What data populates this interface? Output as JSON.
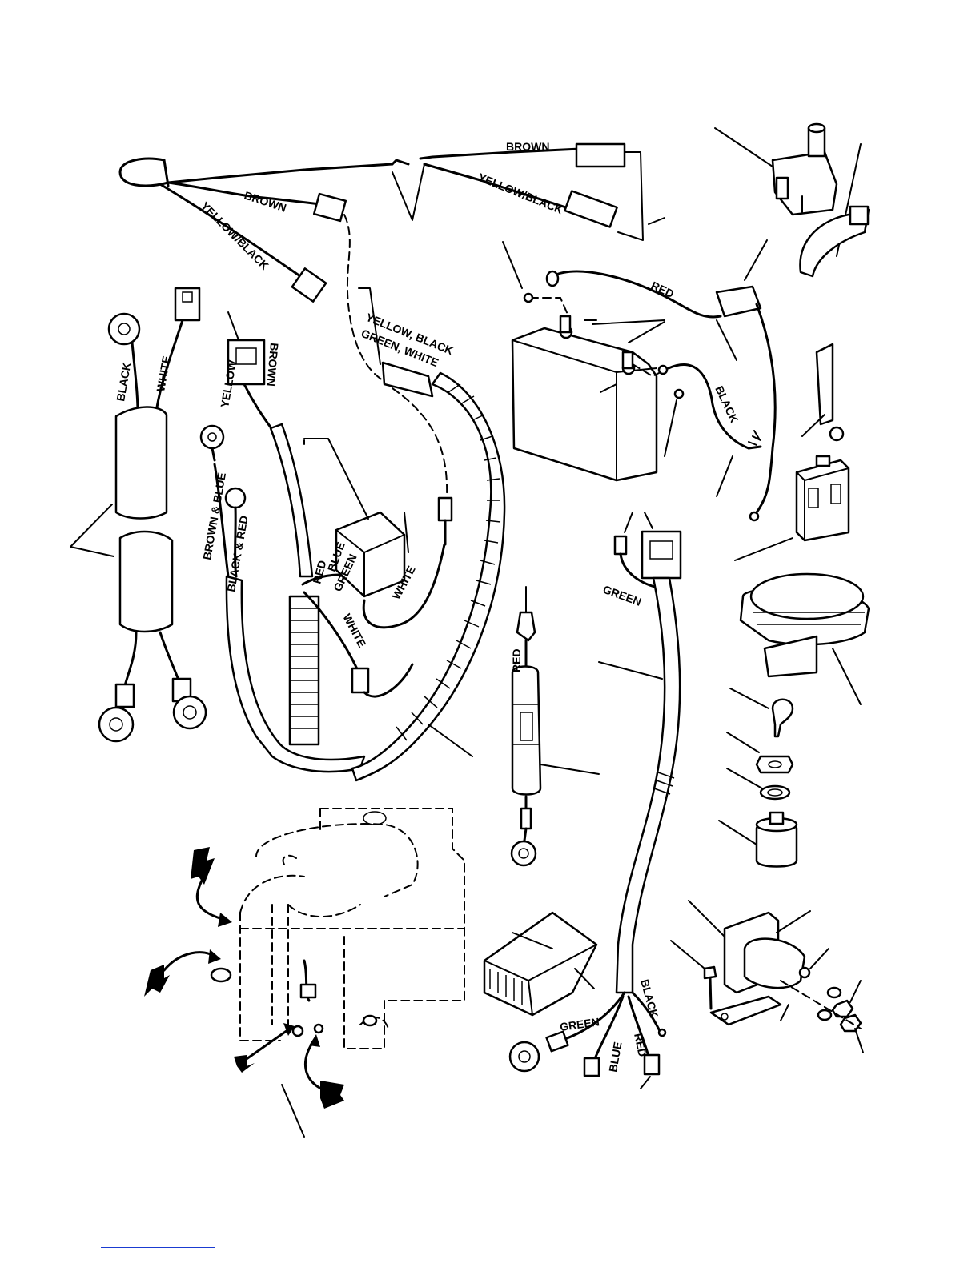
{
  "labels": {
    "brown_top": "BROWN",
    "yellow_black_top": "YELLOW/BLACK",
    "brown_left": "BROWN",
    "yellow_black_left": "YELLOW/BLACK",
    "harness_connector_1": "YELLOW, BLACK",
    "harness_connector_2": "GREEN, WHITE",
    "battery_red": "RED",
    "battery_black": "BLACK",
    "black_left": "BLACK",
    "white_left": "WHITE",
    "brown_blue": "BROWN & BLUE",
    "black_red": "BLACK & RED",
    "yellow_conn": "YELLOW",
    "brown_conn": "BROWN",
    "red_small": "RED",
    "blue_small": "BLUE",
    "green_small": "GREEN",
    "white_lead": "WHITE",
    "white_lower": "WHITE",
    "green_right": "GREEN",
    "red_fuse": "RED",
    "black_bottom": "BLACK",
    "green_bottom": "GREEN",
    "blue_bottom": "BLUE",
    "red_bottom": "RED"
  },
  "colors": {
    "line": "#000000",
    "background": "#ffffff",
    "footer_link": "#1a3bd1"
  }
}
